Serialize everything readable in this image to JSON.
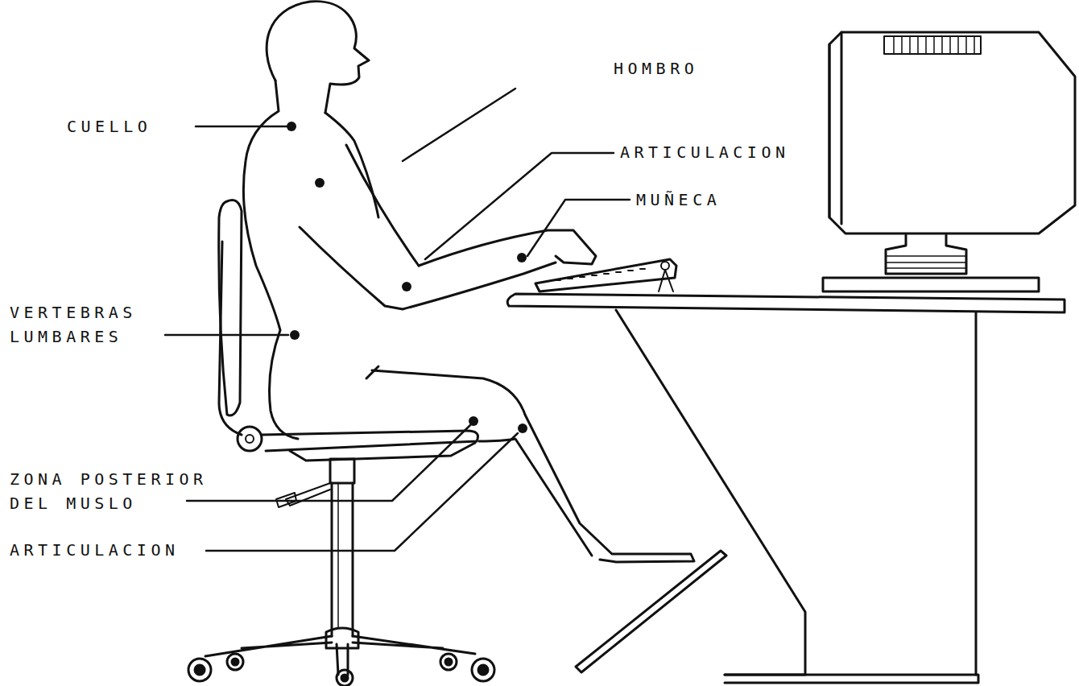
{
  "diagram": {
    "labels": [
      "HOMBRO",
      "CUELLO",
      "ARTICULACION",
      "MUÑECA",
      "VERTEBRAS LUMBARES",
      "ZONA POSTERIOR DEL MUSLO",
      "ARTICULACION"
    ]
  }
}
